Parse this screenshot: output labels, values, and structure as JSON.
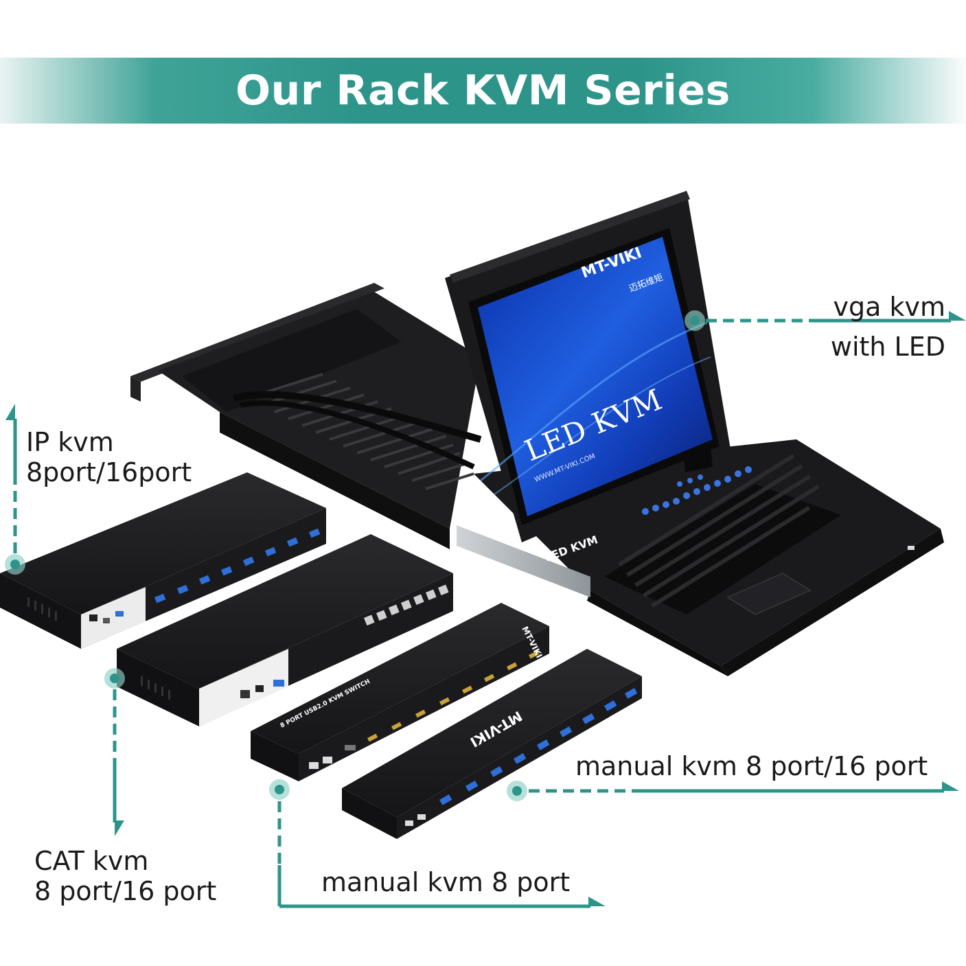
{
  "title": "Our Rack KVM Series",
  "colors": {
    "accent": "#2d948a",
    "dot": "#8fd0c6",
    "device": "#1b1b1d",
    "port": "#2e6fd8",
    "screen": "#1c4fd1"
  },
  "labels": {
    "vga_kvm": {
      "line1": "vga kvm",
      "line2": "with LED"
    },
    "ip_kvm": {
      "line1": "IP kvm",
      "line2": "8port/16port"
    },
    "cat_kvm": {
      "line1": "CAT kvm",
      "line2": "8 port/16 port"
    },
    "manual_8_16": {
      "line1": "manual kvm 8 port/16 port"
    },
    "manual_8": {
      "line1": "manual kvm 8 port"
    }
  },
  "product": {
    "monitor_brand": "MT-VIKI",
    "monitor_brand_cn": "迈拓维矩",
    "screen_text": "LED KVM",
    "screen_url": "WWW.MT-VIKI.COM",
    "bezel_text": "LED KVM",
    "hdmi_switch_text": "8 PORT USB2.0 KVM SWITCH",
    "hdmi_brand": "MT-VIKI",
    "manual_brand": "MT-VIKI"
  }
}
